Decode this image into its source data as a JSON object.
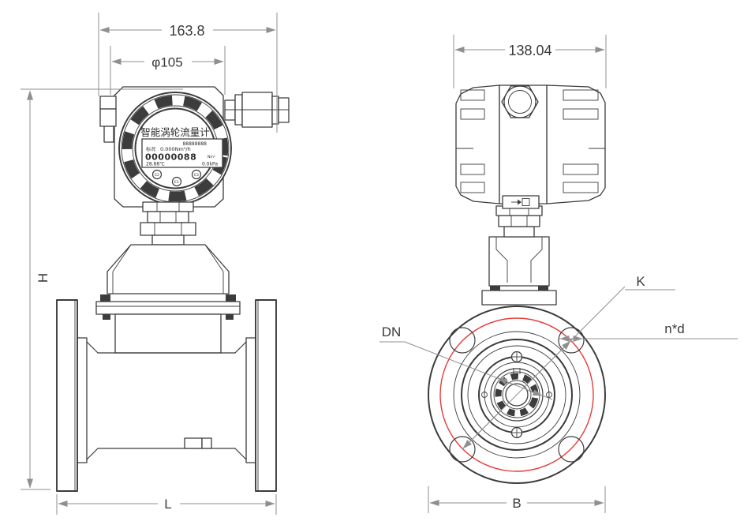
{
  "drawing": {
    "front_view": {
      "dim_overall_width": "163.8",
      "dim_head_diameter": "φ105",
      "dim_height": "H",
      "dim_length": "L",
      "display": {
        "title": "智能涡轮流量计",
        "segment_row": "88888888",
        "flow_label": "标况",
        "flow_value": "0.000Nm³/h",
        "totalizer": "00000088",
        "totalizer_unit": "Nm³",
        "temperature": "28.88℃",
        "pressure": "0.0kPa",
        "buttons": [
          "E2",
          "E1",
          "E3"
        ]
      }
    },
    "side_view": {
      "dim_head_width": "138.04",
      "dim_flange_od": "B",
      "dim_bolt_circle": "K",
      "dim_bolt_holes": "n*d",
      "dim_nominal": "DN"
    },
    "colors": {
      "line": "#3c3c3c",
      "dimension": "#8f8f8f",
      "dim_text": "#3a3a3a",
      "bolt_circle_red": "#e63a3a",
      "background": "#ffffff"
    }
  }
}
